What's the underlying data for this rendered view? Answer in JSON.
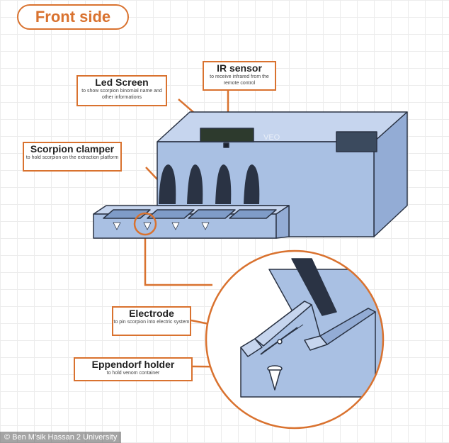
{
  "title": "Front side",
  "callouts": {
    "led_screen": {
      "title": "Led Screen",
      "desc": "to show scorpion binomial name and other informations"
    },
    "ir_sensor": {
      "title": "IR sensor",
      "desc": "to receive infrared from the remote control"
    },
    "scorpion_clamper": {
      "title": "Scorpion clamper",
      "desc": "to hold scorpion on the extraction platform"
    },
    "electrode": {
      "title": "Electrode",
      "desc": "to pin scorpion into electric system"
    },
    "eppendorf_holder": {
      "title": "Eppendorf holder",
      "desc": "to hold venom container"
    }
  },
  "device_logo": "VEO",
  "credit": "© Ben M'sik Hassan 2 University",
  "colors": {
    "accent": "#d9722f",
    "device": "#a9c0e3",
    "device_dark": "#7f9cc8",
    "outline": "#2a3344"
  }
}
